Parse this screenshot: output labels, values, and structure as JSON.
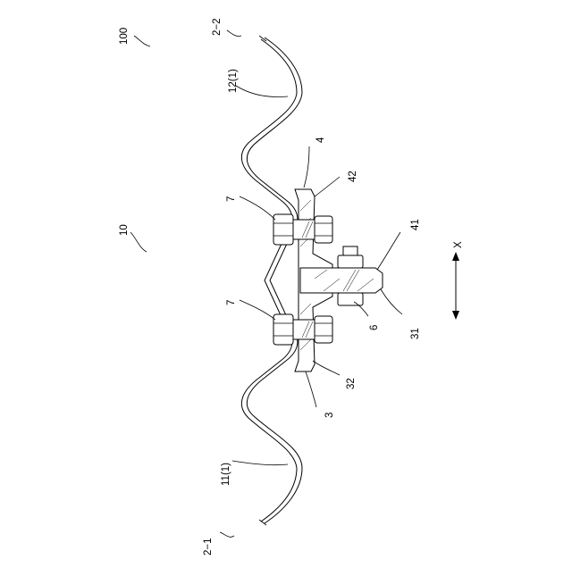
{
  "labels": {
    "l100": "100",
    "l2_2": "2−2",
    "l12_1": "12(1)",
    "l4": "4",
    "l42": "42",
    "l7_top": "7",
    "l10": "10",
    "l41": "41",
    "lX": "X",
    "l7_bottom": "7",
    "l6": "6",
    "l31": "31",
    "l32": "32",
    "l3": "3",
    "l11_1": "11(1)",
    "l2_1": "2−1"
  }
}
